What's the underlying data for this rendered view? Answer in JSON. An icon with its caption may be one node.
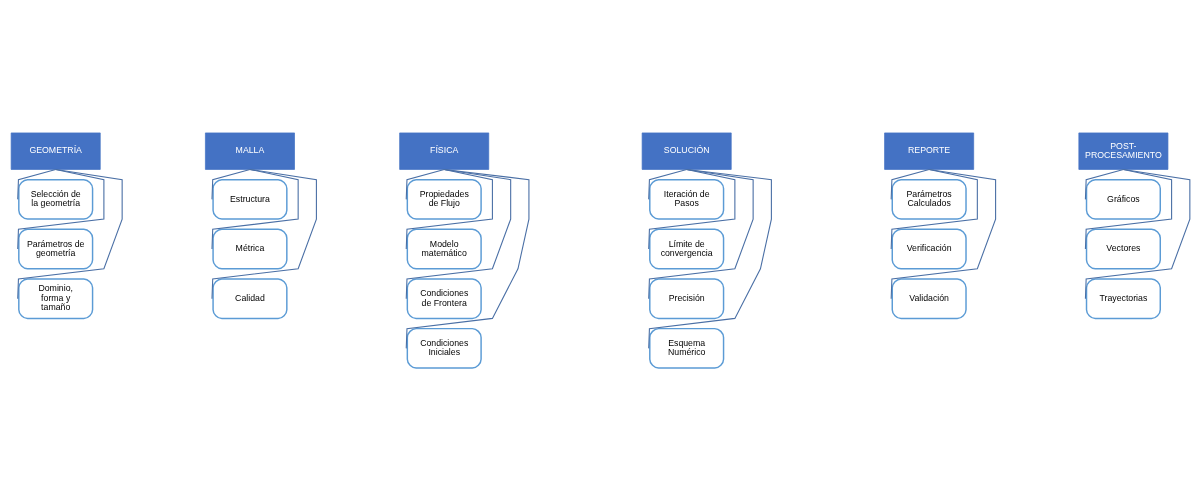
{
  "diagram": {
    "nodes": [
      {
        "text": [
          "GEOMETRÍA"
        ]
      },
      {
        "text": [
          "Selección de la geometría"
        ]
      },
      {
        "text": [
          "Parámetros de geometría"
        ]
      },
      {
        "text": [
          "Dominio, forma y tamaño"
        ]
      },
      {
        "text": [
          "MALLA"
        ]
      },
      {
        "text": [
          "Estructura"
        ]
      },
      {
        "text": [
          "Métrica"
        ]
      },
      {
        "text": [
          "Calidad"
        ]
      },
      {
        "text": [
          "FÍSICA"
        ]
      },
      {
        "text": [
          "Propiedades de Flujo"
        ]
      },
      {
        "text": [
          "Modelo matemático"
        ]
      },
      {
        "text": [
          "Condiciones de Frontera"
        ]
      },
      {
        "text": [
          "Condiciones Iniciales"
        ]
      },
      {
        "text": [
          "SOLUCIÓN"
        ]
      },
      {
        "text": [
          "Iteración de Pasos"
        ]
      },
      {
        "text": [
          "Límite de convergencia"
        ]
      },
      {
        "text": [
          "Precisión"
        ]
      },
      {
        "text": [
          "Esquema Numérico"
        ]
      },
      {
        "text": [
          "REPORTE"
        ]
      },
      {
        "text": [
          "Parámetros Calculados"
        ]
      },
      {
        "text": [
          "Verificación"
        ]
      },
      {
        "text": [
          "Validación"
        ]
      },
      {
        "text": [
          "POST-PROCESAMIENTO"
        ]
      },
      {
        "text": [
          "Gráficos"
        ]
      },
      {
        "text": [
          "Vectores"
        ]
      },
      {
        "text": [
          "Trayectorias"
        ]
      }
    ],
    "edges": [
      {
        "from": 0,
        "to": 1,
        "arrow": "none"
      },
      {
        "from": 0,
        "to": 2,
        "arrow": "none"
      },
      {
        "from": 0,
        "to": 3,
        "arrow": "none"
      },
      {
        "from": 4,
        "to": 5,
        "arrow": "none"
      },
      {
        "from": 4,
        "to": 6,
        "arrow": "none"
      },
      {
        "from": 4,
        "to": 7,
        "arrow": "none"
      },
      {
        "from": 8,
        "to": 9,
        "arrow": "none"
      },
      {
        "from": 8,
        "to": 10,
        "arrow": "none"
      },
      {
        "from": 8,
        "to": 11,
        "arrow": "none"
      },
      {
        "from": 8,
        "to": 12,
        "arrow": "none"
      },
      {
        "from": 13,
        "to": 14,
        "arrow": "none"
      },
      {
        "from": 13,
        "to": 15,
        "arrow": "none"
      },
      {
        "from": 13,
        "to": 16,
        "arrow": "none"
      },
      {
        "from": 13,
        "to": 17,
        "arrow": "none"
      },
      {
        "from": 18,
        "to": 19,
        "arrow": "none"
      },
      {
        "from": 18,
        "to": 20,
        "arrow": "none"
      },
      {
        "from": 18,
        "to": 21,
        "arrow": "none"
      },
      {
        "from": 22,
        "to": 23,
        "arrow": "none"
      },
      {
        "from": 22,
        "to": 24,
        "arrow": "none"
      },
      {
        "from": 22,
        "to": 25,
        "arrow": "none"
      }
    ]
  }
}
